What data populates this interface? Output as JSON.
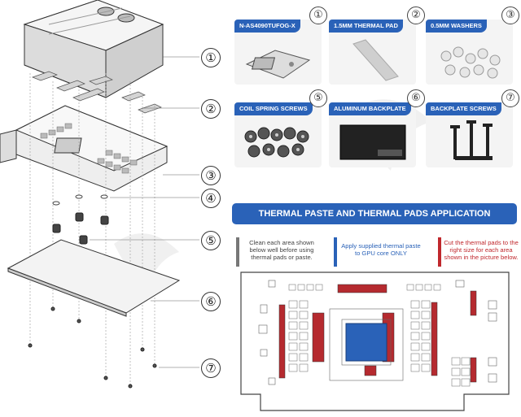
{
  "markers": [
    "①",
    "②",
    "③",
    "④",
    "⑤",
    "⑥",
    "⑦"
  ],
  "cards": [
    {
      "label": "N-AS4090TUFOG-X",
      "mark": "①"
    },
    {
      "label": "1.5MM THERMAL PAD",
      "mark": "②"
    },
    {
      "label": "0.5MM WASHERS",
      "mark": "③"
    },
    {
      "label": "COIL SPRING SCREWS",
      "mark": "⑤"
    },
    {
      "label": "ALUMINUM BACKPLATE",
      "mark": "⑥"
    },
    {
      "label": "BACKPLATE SCREWS",
      "mark": "⑦"
    }
  ],
  "banner": "THERMAL PASTE AND THERMAL PADS APPLICATION",
  "instructions": [
    {
      "text": "Clean each area shown below well before using thermal pads or paste.",
      "color": "#777777"
    },
    {
      "text": "Apply supplied thermal paste to GPU core ONLY",
      "color": "#2a62b8"
    },
    {
      "text": "Cut the thermal pads to the right size for each area shown in the picture below.",
      "color": "#c0282d"
    }
  ],
  "colors": {
    "accent": "#2a62b8",
    "pad": "#b52a2f",
    "core": "#2a62b8",
    "gray": "#777777"
  }
}
